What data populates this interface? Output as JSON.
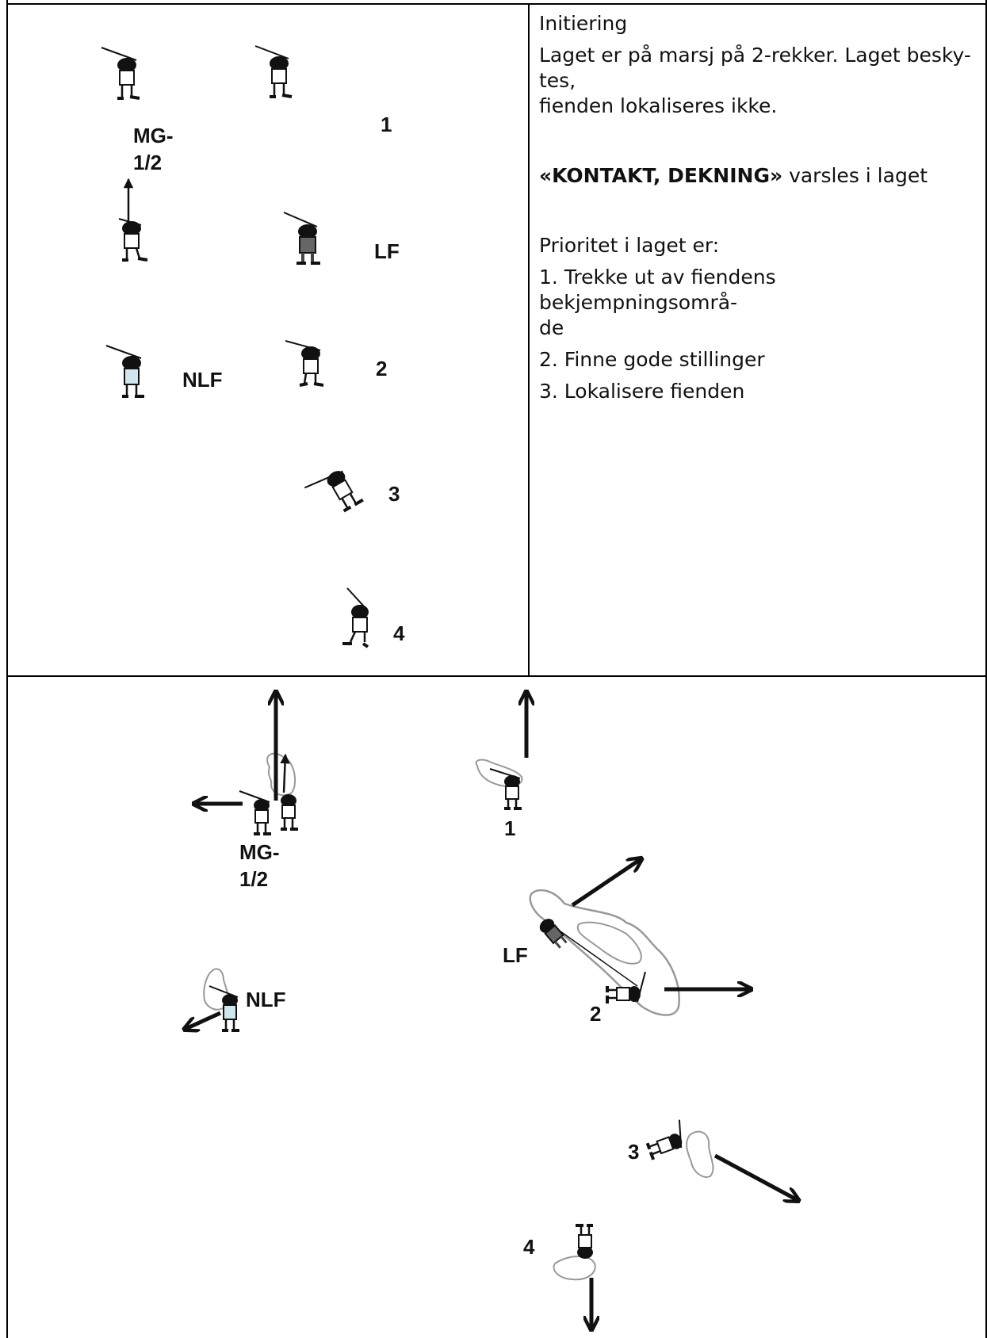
{
  "text_panel": {
    "heading": "Initiering",
    "para1": "Laget er på marsj på 2-rekker. Laget besky-\ntes,\nfienden lokaliseres ikke.",
    "alert_bold": "«KONTAKT, DEKNING»",
    "alert_rest": " varsles i laget",
    "priority_heading": "Prioritet i laget er:",
    "priorities": [
      "1. Trekke ut av fiendens bekjempningsområ-\nde",
      "2. Finne gode stillinger",
      "3. Lokalisere fienden"
    ]
  },
  "top_diagram": {
    "labels": {
      "mg": "MG-\n1/2",
      "n1": "1",
      "lf": "LF",
      "nlf": "NLF",
      "n2": "2",
      "n3": "3",
      "n4": "4"
    }
  },
  "bottom_diagram": {
    "labels": {
      "mg": "MG-\n1/2",
      "n1": "1",
      "lf": "LF",
      "nlf": "NLF",
      "n2": "2",
      "n3": "3",
      "n4": "4"
    }
  },
  "colors": {
    "lf_figure": "#666666",
    "nlf_figure": "#cfe6ee",
    "default_figure": "#ffffff",
    "line": "#111111",
    "cover_outline": "#999999"
  }
}
